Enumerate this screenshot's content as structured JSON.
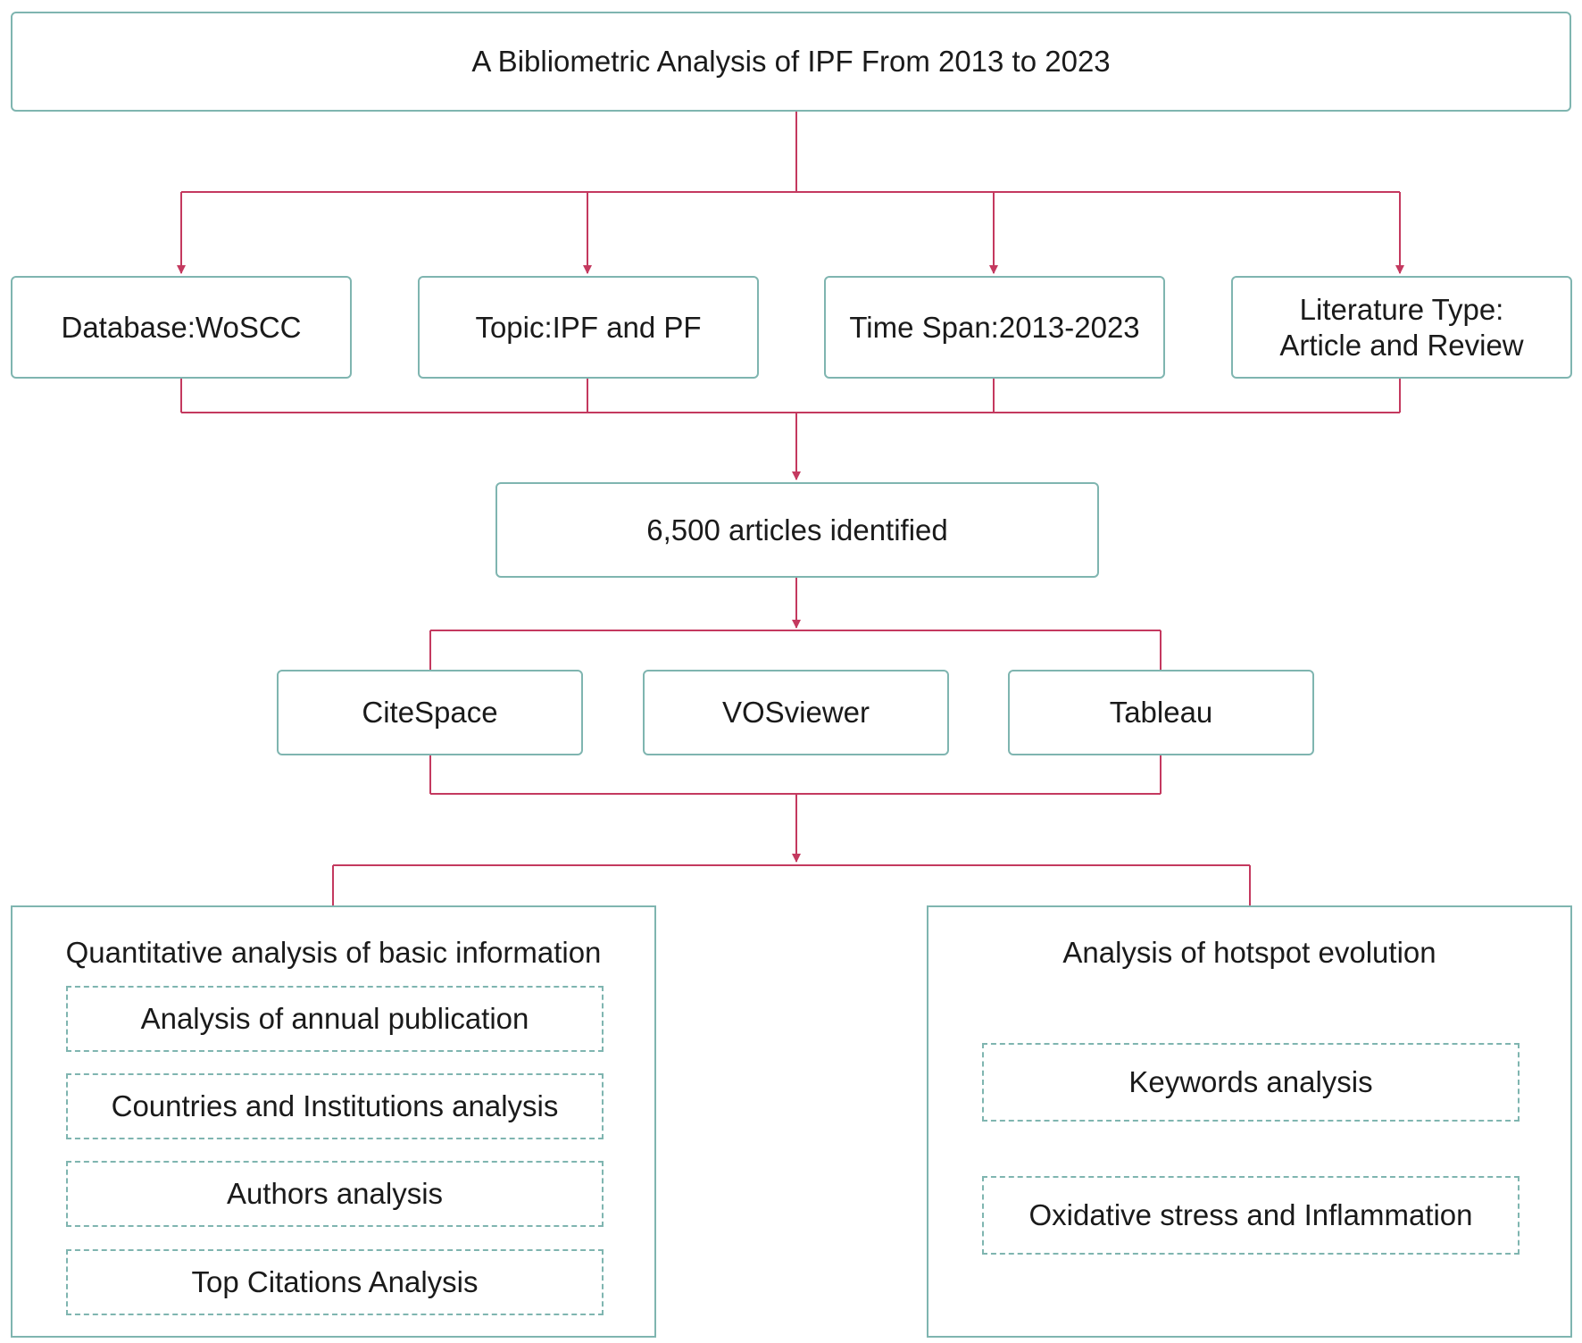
{
  "title": "A Bibliometric Analysis of IPF From 2013 to 2023",
  "criteria": [
    {
      "label": "Database:WoSCC"
    },
    {
      "label": "Topic:IPF and PF"
    },
    {
      "label": "Time Span:2013-2023"
    },
    {
      "line1": "Literature Type:",
      "line2": "Article and Review"
    }
  ],
  "articles": "6,500 articles identified",
  "tools": [
    "CiteSpace",
    "VOSviewer",
    "Tableau"
  ],
  "quantitative": {
    "title": "Quantitative analysis of basic information",
    "items": [
      "Analysis of annual publication",
      "Countries and Institutions analysis",
      "Authors analysis",
      "Top Citations Analysis"
    ]
  },
  "hotspot": {
    "title": "Analysis of hotspot evolution",
    "items": [
      "Keywords analysis",
      "Oxidative stress and Inflammation"
    ]
  },
  "colors": {
    "connector": "#c4395f",
    "border": "#7fb5b0",
    "inner_arrow": "#7fb5b0"
  }
}
